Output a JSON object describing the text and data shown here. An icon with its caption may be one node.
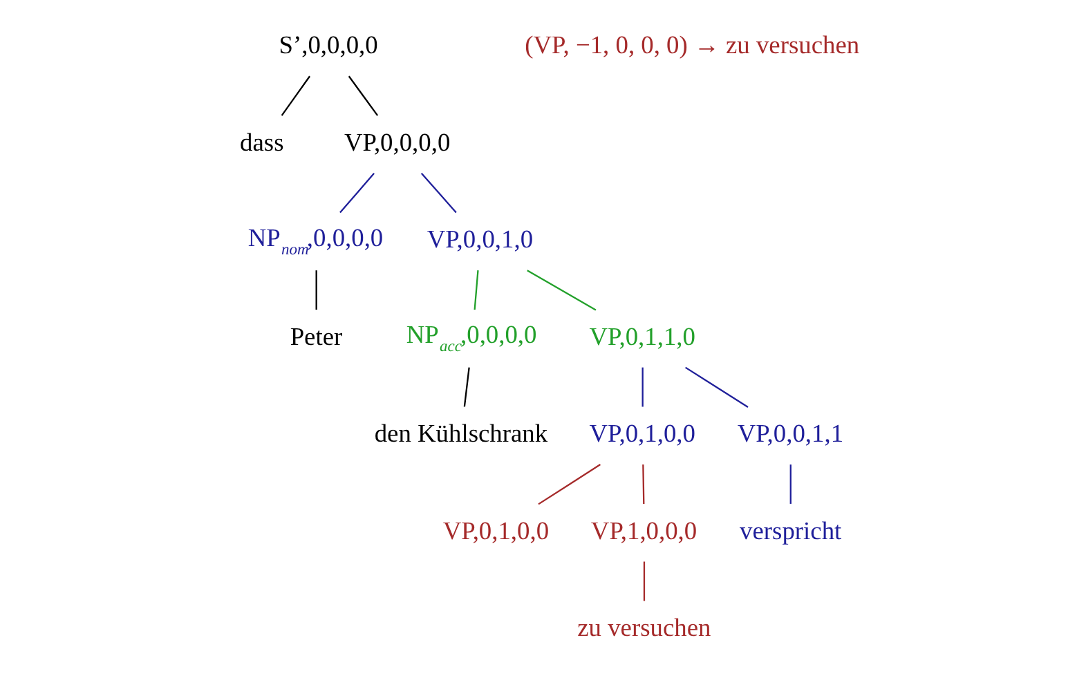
{
  "diagram": {
    "nodes": [
      {
        "text": [
          "S’,0,0,0,0"
        ]
      },
      {
        "text": [
          "dass"
        ]
      },
      {
        "text": [
          "VP,0,0,0,0"
        ]
      },
      {
        "text": [
          "NP$_{nom}$,0,0,0,0"
        ]
      },
      {
        "text": [
          "VP,0,0,1,0"
        ]
      },
      {
        "text": [
          "Peter"
        ]
      },
      {
        "text": [
          "NP$_{acc}$,0,0,0,0"
        ]
      },
      {
        "text": [
          "VP,0,1,1,0"
        ]
      },
      {
        "text": [
          "den Kühlschrank"
        ]
      },
      {
        "text": [
          "VP,0,1,0,0"
        ]
      },
      {
        "text": [
          "VP,0,0,1,1"
        ]
      },
      {
        "text": [
          "VP,0,1,0,0"
        ]
      },
      {
        "text": [
          "VP,1,0,0,0"
        ]
      },
      {
        "text": [
          "verspricht"
        ]
      },
      {
        "text": [
          "zu versuchen"
        ]
      }
    ],
    "edges": [
      {
        "from": 0,
        "to": 1,
        "arrow": "none",
        "color": "#000000"
      },
      {
        "from": 0,
        "to": 2,
        "arrow": "none",
        "color": "#000000"
      },
      {
        "from": 2,
        "to": 3,
        "arrow": "none"
      },
      {
        "from": 2,
        "to": 4,
        "arrow": "none"
      },
      {
        "from": 3,
        "to": 5,
        "arrow": "none",
        "color": "#000000"
      },
      {
        "from": 4,
        "to": 6,
        "arrow": "none",
        "color": "#22a02a"
      },
      {
        "from": 4,
        "to": 7,
        "arrow": "none",
        "color": "#22a02a"
      },
      {
        "from": 6,
        "to": 8,
        "arrow": "none",
        "color": "#000000"
      },
      {
        "from": 7,
        "to": 9,
        "arrow": "none"
      },
      {
        "from": 7,
        "to": 10,
        "arrow": "none"
      },
      {
        "from": 9,
        "to": 11,
        "arrow": "none",
        "color": "#a52a2a"
      },
      {
        "from": 9,
        "to": 12,
        "arrow": "none",
        "color": "#a52a2a"
      },
      {
        "from": 10,
        "to": 13,
        "arrow": "none"
      },
      {
        "from": 12,
        "to": 14,
        "arrow": "none",
        "color": "#a52a2a"
      }
    ],
    "labels": [
      "(VP, −1, 0, 0, 0) → zu versuchen"
    ]
  }
}
